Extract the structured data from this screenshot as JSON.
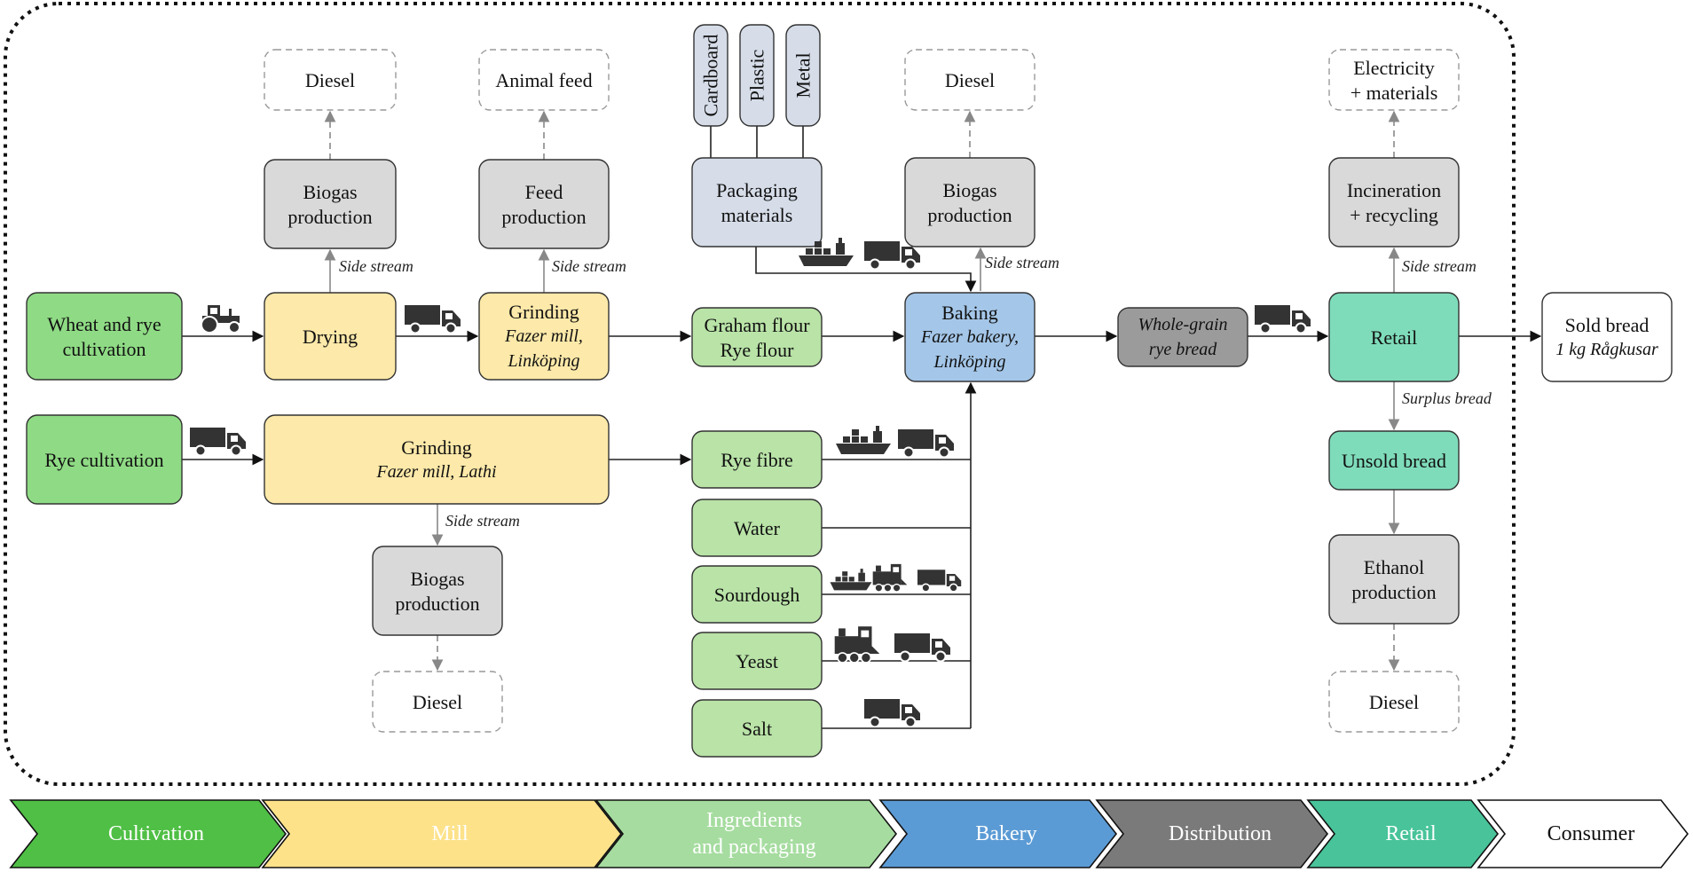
{
  "nodes": {
    "wheat_rye_cultivation": [
      "Wheat and rye",
      "cultivation"
    ],
    "drying": [
      "Drying"
    ],
    "grinding_linkoping": [
      "Grinding"
    ],
    "grinding_linkoping_sub": [
      "Fazer mill,",
      "Linköping"
    ],
    "graham_rye_flour": [
      "Graham flour",
      "Rye flour"
    ],
    "baking": [
      "Baking"
    ],
    "baking_sub": [
      "Fazer bakery,",
      "Linköping"
    ],
    "whole_grain_bread": [
      "Whole-grain",
      "rye bread"
    ],
    "retail": [
      "Retail"
    ],
    "sold_bread": [
      "Sold bread"
    ],
    "sold_bread_sub": [
      "1 kg Rågkusar"
    ],
    "rye_cultivation": [
      "Rye cultivation"
    ],
    "grinding_lathi": [
      "Grinding"
    ],
    "grinding_lathi_sub": [
      "Fazer mill, Lathi"
    ],
    "rye_fibre": [
      "Rye fibre"
    ],
    "water": [
      "Water"
    ],
    "sourdough": [
      "Sourdough"
    ],
    "yeast": [
      "Yeast"
    ],
    "salt": [
      "Salt"
    ],
    "biogas_drying": [
      "Biogas",
      "production"
    ],
    "diesel_drying": [
      "Diesel"
    ],
    "feed_production": [
      "Feed",
      "production"
    ],
    "animal_feed": [
      "Animal feed"
    ],
    "packaging_materials": [
      "Packaging",
      "materials"
    ],
    "cardboard": [
      "Cardboard"
    ],
    "plastic": [
      "Plastic"
    ],
    "metal": [
      "Metal"
    ],
    "biogas_baking": [
      "Biogas",
      "production"
    ],
    "diesel_baking": [
      "Diesel"
    ],
    "incineration": [
      "Incineration",
      "+ recycling"
    ],
    "electricity": [
      "Electricity",
      "+ materials"
    ],
    "biogas_lathi": [
      "Biogas",
      "production"
    ],
    "diesel_lathi": [
      "Diesel"
    ],
    "unsold_bread": [
      "Unsold bread"
    ],
    "ethanol_production": [
      "Ethanol",
      "production"
    ],
    "diesel_retail": [
      "Diesel"
    ]
  },
  "edge_labels": {
    "side_stream_1": "Side stream",
    "side_stream_2": "Side stream",
    "side_stream_3": "Side stream",
    "side_stream_4": "Side stream",
    "side_stream_5": "Side stream",
    "surplus_bread": "Surplus bread"
  },
  "stages": [
    {
      "label": [
        "Cultivation"
      ],
      "color": "#4fbf45",
      "text_color": "#ffffff"
    },
    {
      "label": [
        "Mill"
      ],
      "color": "#fde28a",
      "text_color": "#ffffff"
    },
    {
      "label": [
        "Ingredients",
        "and packaging"
      ],
      "color": "#a6dca0",
      "text_color": "#ffffff"
    },
    {
      "label": [
        "Bakery"
      ],
      "color": "#5b9bd5",
      "text_color": "#ffffff"
    },
    {
      "label": [
        "Distribution"
      ],
      "color": "#7a7a7a",
      "text_color": "#ffffff"
    },
    {
      "label": [
        "Retail"
      ],
      "color": "#48c39a",
      "text_color": "#ffffff"
    },
    {
      "label": [
        "Consumer"
      ],
      "color": "#ffffff",
      "text_color": "#111111"
    }
  ],
  "colors": {
    "cultivation": "#8fdb85",
    "mill": "#fde9a9",
    "ingredients": "#b9e3a7",
    "bakery": "#a4c6e8",
    "distribution": "#9b9b9b",
    "retail": "#7fdcbb",
    "side_process": "#d9d9d9",
    "packaging": "#d6dde9"
  },
  "icons": [
    "tractor-icon",
    "truck-icon",
    "ship-icon",
    "train-icon"
  ]
}
